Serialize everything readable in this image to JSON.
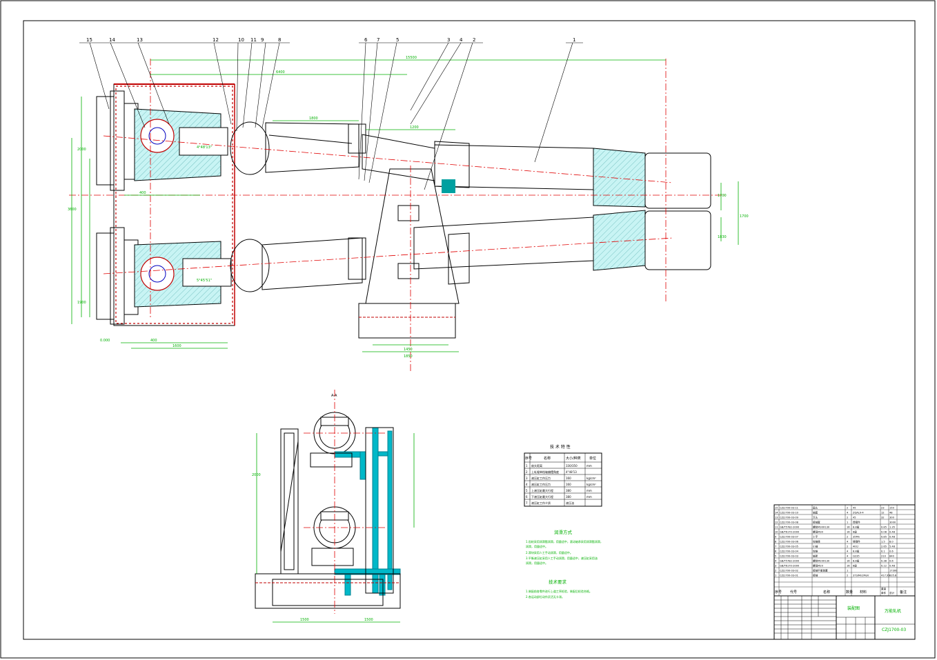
{
  "balloons": [
    "15",
    "14",
    "13",
    "12",
    "10",
    "11",
    "9",
    "8",
    "6",
    "7",
    "5",
    "3",
    "4",
    "2",
    "1"
  ],
  "dims": {
    "top_overall": "15500",
    "top_inner": "6400",
    "rod_len": "1800",
    "span_a": "1200",
    "angle_a": "4°48'13\"",
    "angle_b": "5°45'51\"",
    "left_h1": "2000",
    "left_h2": "3600",
    "left_h3": "1900",
    "left_gap": "400",
    "bottom_a": "400",
    "bottom_b": "1600",
    "bottom_c": "1450",
    "bottom_d": "1850",
    "right_a": "1700",
    "right_b": "1700",
    "right_c": "1830",
    "ref": "0.000",
    "section_label": "A-A",
    "side_h": "2000",
    "side_w1": "1500",
    "side_w2": "1500"
  },
  "spec": {
    "title": "技 术 特 性",
    "headers": [
      "序号",
      "名称",
      "大小/种类",
      "单位"
    ],
    "rows": [
      [
        "1",
        "扇头距离",
        "330/350",
        "mm"
      ],
      [
        "2",
        "上轧辊单档轴偏摆角度",
        "4°48'13",
        ""
      ],
      [
        "3",
        "液压缸工作压力",
        "160",
        "kg/cm²"
      ],
      [
        "4",
        "液压缸工作压力",
        "160",
        "kg/cm²"
      ],
      [
        "5",
        "上液压缸最大行程",
        "380",
        "mm"
      ],
      [
        "6",
        "下液压缸最大行程",
        "380",
        "mm"
      ],
      [
        "7",
        "液压缸工作介质",
        "液压油",
        ""
      ]
    ]
  },
  "notes": {
    "title1": "润滑方式",
    "lines1": [
      "1.齿轮采用润滑脂润滑，用量适中，滚动轴承采用润滑脂润滑，",
      "润滑，用量适中。",
      "2.滑块采用人工手动润滑，用量适中。",
      "3.平衡液压缸采用人工手动润滑，用量适中，液压缸采用油",
      "润滑，用量适中。"
    ],
    "title2": "技术要求",
    "lines2": [
      "1.装配前各零件进行上道工序检验，装配后检验合格。",
      "2.各运动部位动作灵活无卡滞。"
    ]
  },
  "bom": {
    "rows": [
      [
        "15",
        "CZJ1700-03-11",
        "扁头",
        "2",
        "45",
        "23",
        "150",
        ""
      ],
      [
        "14",
        "CZJ1700-03-10",
        "轴套",
        "4",
        "ZQAL9-4",
        "12",
        "48",
        ""
      ],
      [
        "13",
        "CZJ1700-03-09",
        "叉头",
        "2",
        "45",
        "32",
        "300",
        ""
      ],
      [
        "12",
        "CZJ1700-03-08",
        "接轴套",
        "1",
        "焊接件",
        "",
        "3000",
        ""
      ],
      [
        "11",
        "GB/T5782-2000",
        "螺栓M30X130",
        "16",
        "8.8级",
        "0.85",
        "1.35",
        ""
      ],
      [
        "10",
        "GB/T6170-2000",
        "螺母M30",
        "16",
        "8级",
        "0.08",
        "0.48",
        ""
      ],
      [
        "9",
        "CZJ1700-03-07",
        "十字",
        "2",
        "35Mn",
        "0.85",
        "0.48",
        ""
      ],
      [
        "8",
        "CZJ1700-03-06",
        "铰链座",
        "4",
        "铸钢件",
        "1.5",
        "8.0",
        ""
      ],
      [
        "7",
        "CZJ1700-03-05",
        "小轴",
        "2",
        "40Cr",
        "2.65",
        "5.48",
        ""
      ],
      [
        "6",
        "CZJ1700-03-04",
        "铰链",
        "4",
        "8.8级",
        "0.1",
        "0.6",
        ""
      ],
      [
        "5",
        "CZJ1700-03-03",
        "轴架",
        "4",
        "Q235",
        "210",
        "840",
        ""
      ],
      [
        "4",
        "GB/T5782-2000",
        "螺栓M20X130",
        "16",
        "8.8级",
        "0.38",
        "0.6",
        ""
      ],
      [
        "3",
        "GB/T6170-2000",
        "螺母M20",
        "16",
        "8级",
        "0.12",
        "0.48",
        ""
      ],
      [
        "2",
        "CZJ1700-03-02",
        "接轴平衡装置",
        "1",
        "",
        "",
        "17300",
        ""
      ],
      [
        "1",
        "CZJ1700-03-01",
        "接轴",
        "2",
        "37SiMn2MoV",
        "417.95",
        "835.8",
        ""
      ]
    ],
    "headers": [
      "序号",
      "代号",
      "名称",
      "数量",
      "材料",
      "单件",
      "总计",
      "备注"
    ],
    "weight_label": "重量",
    "title_block": {
      "drawing_name": "装配图",
      "project": "万能轧机",
      "code": "CZJ1700-03"
    }
  }
}
